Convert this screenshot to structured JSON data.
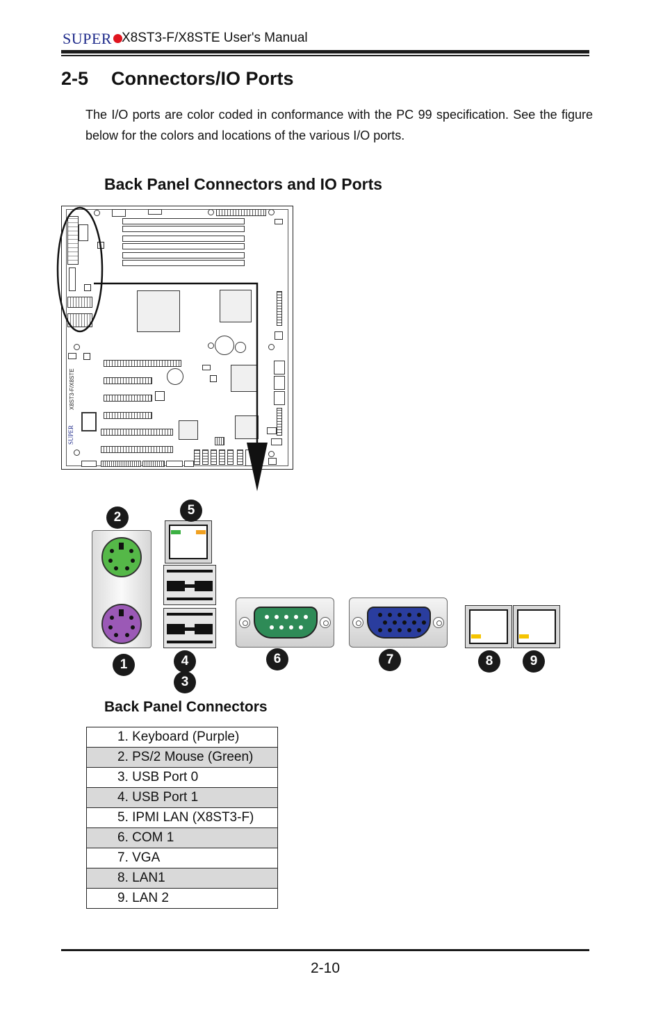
{
  "header": {
    "brand": "SUPER",
    "manual_title": "X8ST3-F/X8STE User's Manual"
  },
  "section": {
    "number": "2-5",
    "title": "Connectors/IO Ports"
  },
  "intro_text": "The I/O ports are color coded in conformance with the PC 99 specification. See the figure below for the colors and locations of the various I/O ports.",
  "figure": {
    "title": "Back Panel Connectors and IO Ports",
    "board_label": "X8ST3-F/X8STE",
    "board_brand": "SUPER"
  },
  "callouts": [
    "1",
    "2",
    "3",
    "4",
    "5",
    "6",
    "7",
    "8",
    "9"
  ],
  "colors": {
    "keyboard": "#9b59b6",
    "mouse": "#55b848",
    "com": "#2e8b57",
    "vga": "#2a3d9e",
    "led_green": "#3cb043",
    "led_yellow": "#f5c400",
    "led_orange": "#f0a020",
    "brand": "#1e2a8a",
    "brand_dot": "#e0141e"
  },
  "connectors": {
    "title": "Back Panel Connectors",
    "items": [
      "1. Keyboard (Purple)",
      "2. PS/2 Mouse (Green)",
      "3. USB Port 0",
      "4. USB Port 1",
      "5. IPMI LAN (X8ST3-F)",
      "6. COM 1",
      "7. VGA",
      "8. LAN1",
      "9. LAN 2"
    ]
  },
  "footer": {
    "page_number": "2-10"
  }
}
